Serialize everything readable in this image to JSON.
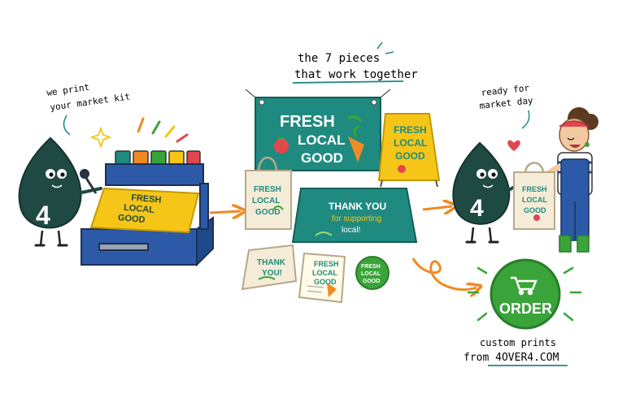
{
  "captions": {
    "intro_line1": "we print",
    "intro_line2": "your market kit",
    "pieces_line1": "the 7 pieces",
    "pieces_line2": "that work together",
    "ready_line1": "ready for",
    "ready_line2": "market day",
    "cta_line1": "custom prints",
    "cta_line2": "from 4OVER4.COM"
  },
  "mascot": {
    "number": "4"
  },
  "press": {
    "line1": "FRESH",
    "line2": "LOCAL",
    "line3": "GOOD"
  },
  "banner": {
    "line1": "FRESH",
    "line2": "LOCAL",
    "line3": "GOOD"
  },
  "sign": {
    "line1": "FRESH",
    "line2": "LOCAL",
    "line3": "GOOD"
  },
  "tote": {
    "line1": "FRESH",
    "line2": "LOCAL",
    "line3": "GOOD"
  },
  "tablecloth": {
    "line1": "THANK YOU",
    "line2": "for supporting",
    "line3": "local!"
  },
  "thank_card": {
    "line1": "THANK",
    "line2": "YOU!"
  },
  "flyer": {
    "line1": "FRESH",
    "line2": "LOCAL",
    "line3": "GOOD"
  },
  "sticker": {
    "line1": "FRESH",
    "line2": "LOCAL",
    "line3": "GOOD"
  },
  "order_button": {
    "label": "ORDER",
    "icon": "cart-icon"
  },
  "colors": {
    "teal": "#1f8a80",
    "dark_green": "#1f4a44",
    "yellow": "#f5c518",
    "orange": "#f08a24",
    "order_green": "#3aa43a",
    "press_blue": "#2c5aa8"
  }
}
